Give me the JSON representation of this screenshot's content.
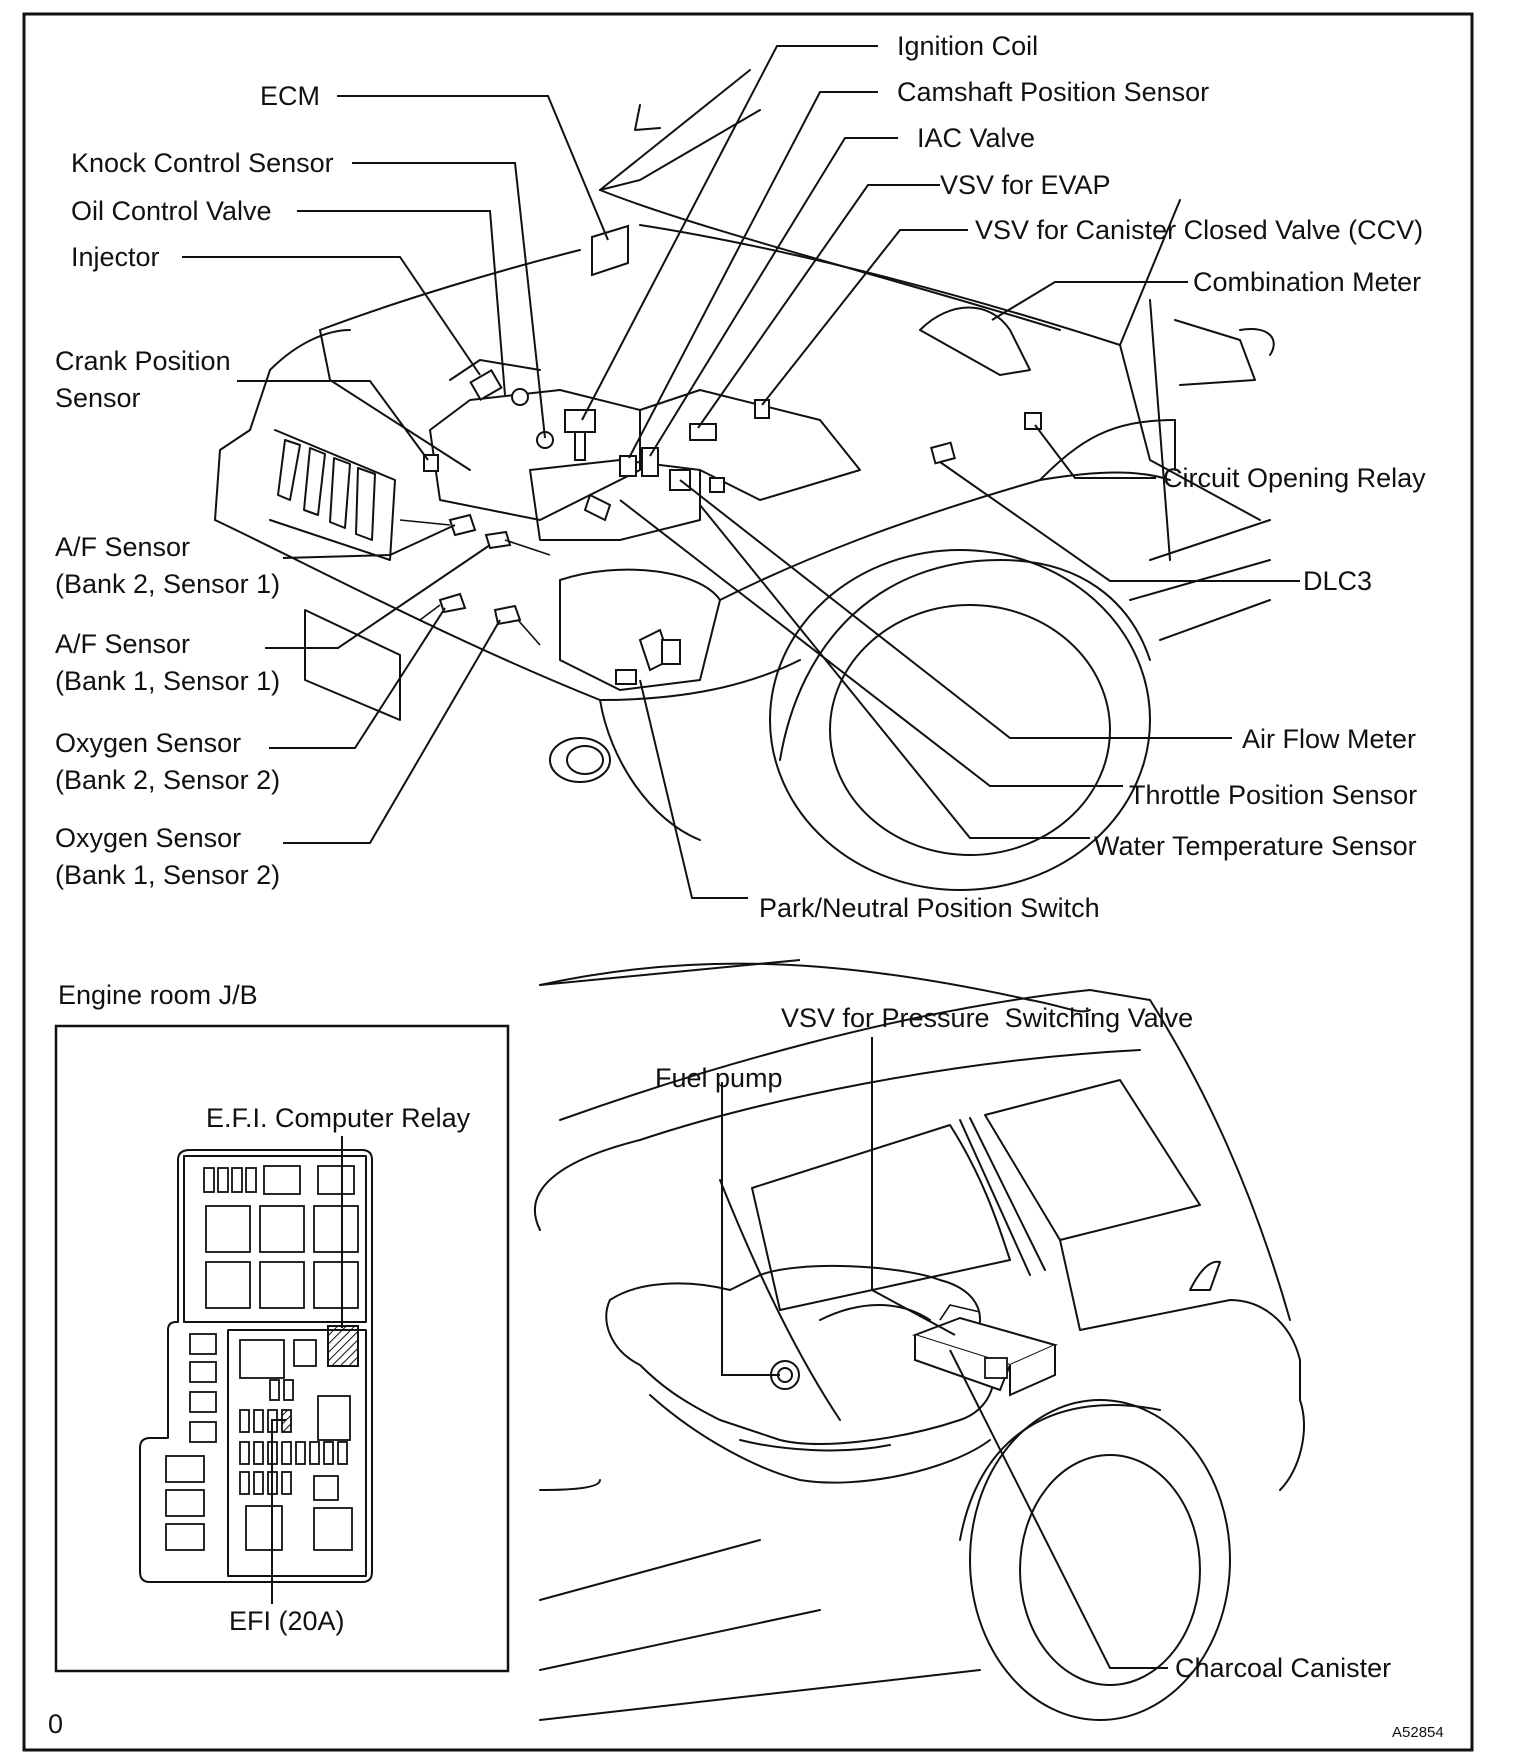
{
  "diagram": {
    "engine_labels": {
      "ignition_coil": "Ignition Coil",
      "camshaft_position_sensor": "Camshaft Position Sensor",
      "iac_valve": "IAC Valve",
      "vsv_for_evap": "VSV for EVAP",
      "vsv_for_ccv": "VSV for Canister Closed Valve (CCV)",
      "combination_meter": "Combination Meter",
      "ecm": "ECM",
      "knock_control_sensor": "Knock Control Sensor",
      "oil_control_valve": "Oil Control Valve",
      "injector": "Injector",
      "crank_position_sensor_line1": "Crank Position",
      "crank_position_sensor_line2": "Sensor",
      "circuit_opening_relay": "Circuit Opening Relay",
      "dlc3": "DLC3",
      "af_sensor_b2s1_line1": "A/F Sensor",
      "af_sensor_b2s1_line2": "(Bank 2, Sensor 1)",
      "af_sensor_b1s1_line1": "A/F Sensor",
      "af_sensor_b1s1_line2": "(Bank 1, Sensor 1)",
      "oxygen_sensor_b2s2_line1": "Oxygen Sensor",
      "oxygen_sensor_b2s2_line2": "(Bank 2, Sensor 2)",
      "oxygen_sensor_b1s2_line1": "Oxygen Sensor",
      "oxygen_sensor_b1s2_line2": "(Bank 1, Sensor 2)",
      "air_flow_meter": "Air Flow Meter",
      "throttle_position_sensor": "Throttle Position Sensor",
      "water_temperature_sensor": "Water Temperature Sensor",
      "park_neutral_position_switch": "Park/Neutral Position Switch"
    },
    "junction_block": {
      "title": "Engine room J/B",
      "efi_computer_relay": "E.F.I. Computer Relay",
      "efi_fuse": "EFI (20A)"
    },
    "rear_labels": {
      "vsv_pressure_switching_valve": "VSV for Pressure  Switching Valve",
      "fuel_pump": "Fuel pump",
      "charcoal_canister": "Charcoal Canister"
    },
    "page_marker": "0",
    "figure_code": "A52854"
  }
}
